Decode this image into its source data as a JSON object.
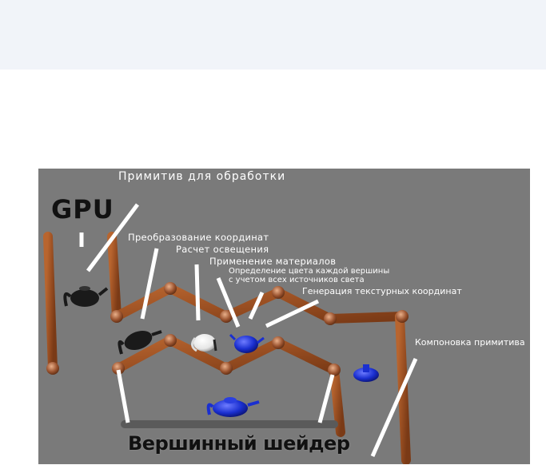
{
  "labels": {
    "primitive": "Примитив для обработки",
    "gpu": "GPU",
    "coord_transform": "Преобразование координат",
    "lighting": "Расчет освещения",
    "materials": "Применение материалов",
    "vertex_color_line1": "Определение цвета каждой вершины",
    "vertex_color_line2": "с учетом всех источников света",
    "texcoord_gen": "Генерация текстурных координат",
    "primitive_assembly": "Компоновка примитива",
    "vertex_shader": "Вершинный шейдер"
  },
  "colors": {
    "panel_bg": "#7a7a7a",
    "wood": "#a0522d",
    "wood_dark": "#6b3416",
    "pointer": "#ffffff",
    "teapot_black": "#1a1a1a",
    "teapot_white": "#f2f2f2",
    "teapot_blue": "#1a2fd0"
  },
  "icons": [
    "teapot-black-input",
    "teapot-black-transformed",
    "teapot-white-lit",
    "teapot-blue-material",
    "teapot-blue-output",
    "teapot-blue-assembled"
  ]
}
